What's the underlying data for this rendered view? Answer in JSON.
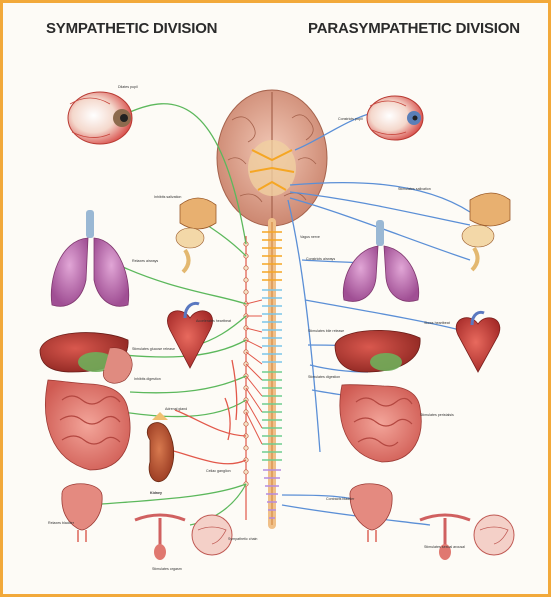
{
  "titles": {
    "left": "SYMPATHETIC DIVISION",
    "right": "PARASYMPATHETIC DIVISION"
  },
  "colors": {
    "frame": "#f2a93a",
    "sympathetic_pre": "#e2584a",
    "sympathetic_post": "#5cb85c",
    "parasympathetic": "#5b8fd6",
    "spinal_cord": "#f0c089",
    "organ_red": "#c9403a",
    "lung": "#b867a8"
  },
  "labels": {
    "left": {
      "eye": "Dilates pupil",
      "salivary": "Inhibits salivation",
      "lungs": "Relaxes airways",
      "heart": "Accelerates heartbeat",
      "liver": "Stimulates glucose release",
      "stomach": "Inhibits digestion",
      "adrenal": "Adrenal gland",
      "kidney": "Kidney",
      "bladder": "Relaxes bladder",
      "sex": "Stimulates orgasm",
      "chain": "Sympathetic chain",
      "celiac": "Celiac ganglion"
    },
    "right": {
      "eye": "Constricts pupil",
      "salivary": "Stimulates salivation",
      "vagus": "Vagus nerve",
      "lungs": "Constricts airways",
      "heart": "Slows heartbeat",
      "liver": "Stimulates bile release",
      "stomach": "Stimulates digestion",
      "intestines": "Stimulates peristalsis",
      "bladder": "Contracts bladder",
      "sex": "Stimulates sexual arousal"
    }
  }
}
